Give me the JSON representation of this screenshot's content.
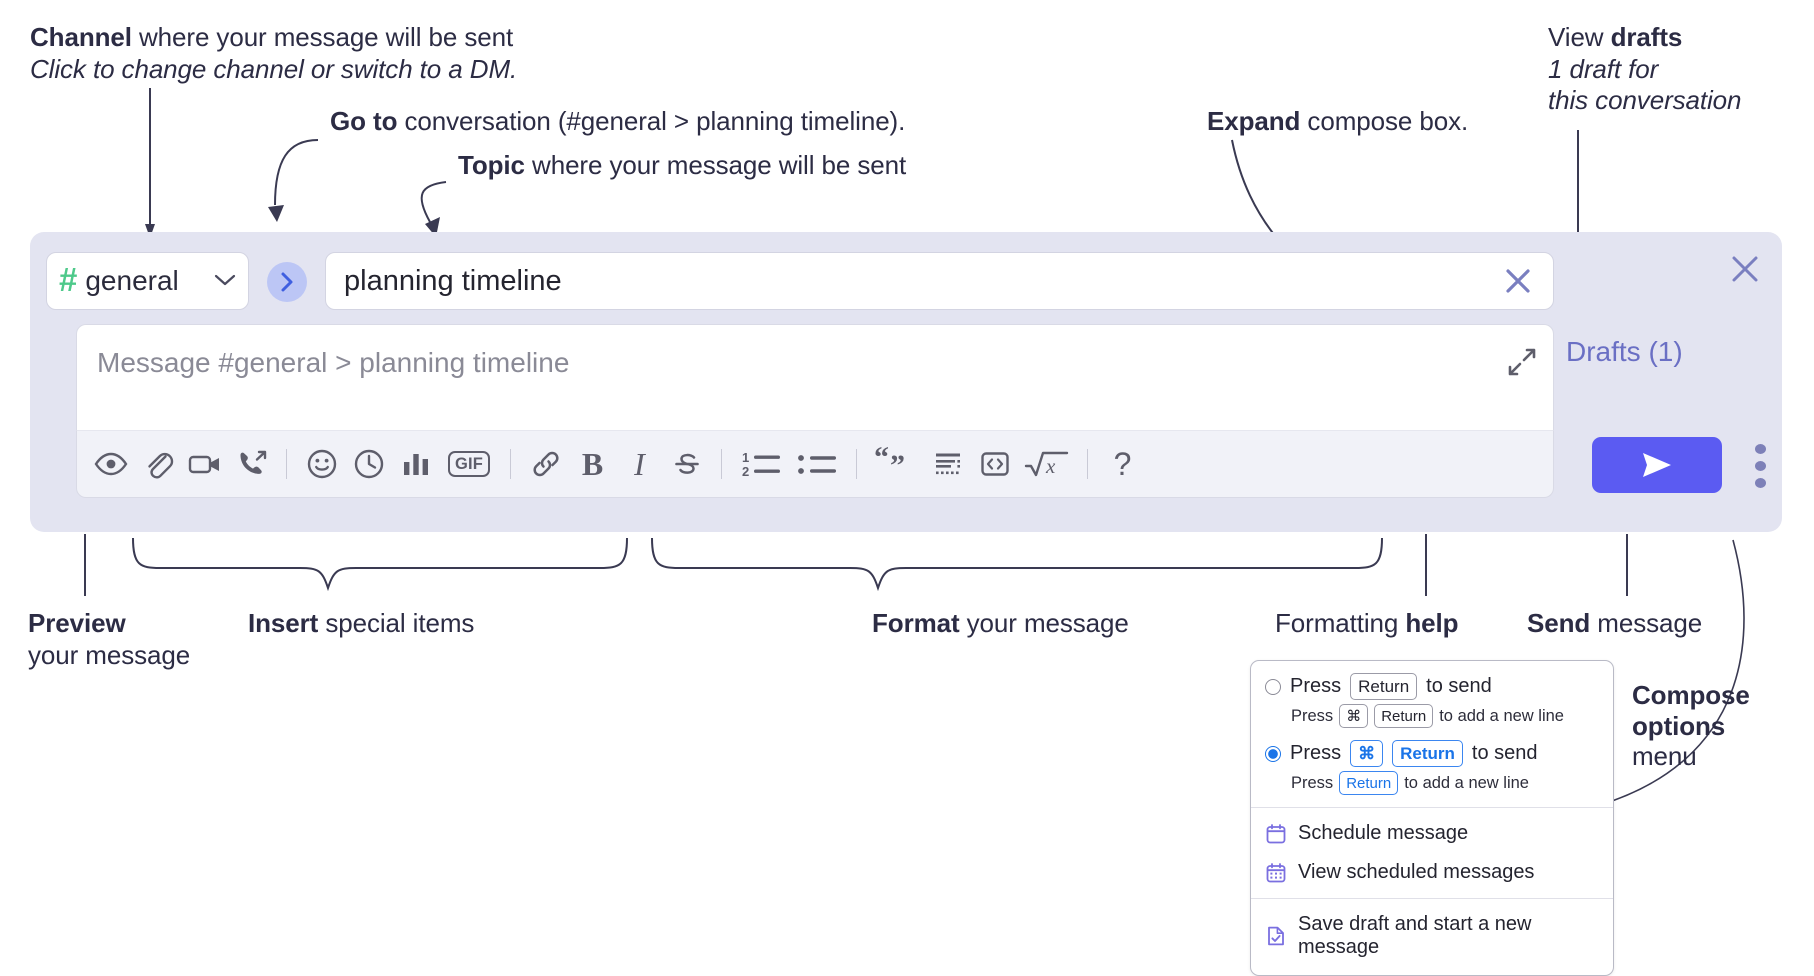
{
  "annotations": {
    "channel": {
      "bold": "Channel",
      "rest": " where your message will be sent",
      "italic": "Click to change channel or switch to a DM."
    },
    "goto": {
      "bold": "Go to",
      "rest": " conversation (#general > planning timeline)."
    },
    "topic": {
      "bold": "Topic",
      "rest": " where your message will be sent"
    },
    "expand": {
      "bold": "Expand",
      "rest": " compose box."
    },
    "drafts": {
      "plain": "View ",
      "bold": "drafts",
      "italic_line1": "1 draft for",
      "italic_line2": "this conversation"
    },
    "preview": {
      "bold": "Preview",
      "line2": "your message"
    },
    "insert": {
      "bold": "Insert",
      "rest": " special items"
    },
    "format": {
      "bold": "Format",
      "rest": " your message"
    },
    "help": {
      "plain": "Formatting ",
      "bold": "help"
    },
    "send": {
      "bold": "Send",
      "rest": " message"
    },
    "compose_options": {
      "bold_line1": "Compose",
      "bold_line2": "options",
      "line3": "menu"
    }
  },
  "compose": {
    "channel": {
      "hash": "#",
      "name": "general",
      "chevron": "chevron-down-icon"
    },
    "goto_label": "go-to-conversation-icon",
    "topic": {
      "value": "planning timeline",
      "clear_label": "close-icon"
    },
    "message": {
      "placeholder": "Message #general > planning timeline",
      "value": ""
    },
    "expand_label": "expand-icon",
    "panel_close_label": "close-icon",
    "drafts_label": "Drafts (1)",
    "send_label": "send-icon",
    "kebab_label": "compose-options-icon",
    "toolbar": [
      {
        "name": "preview-icon",
        "title": "Preview"
      },
      {
        "name": "attachment-icon",
        "title": "Attach file"
      },
      {
        "name": "video-icon",
        "title": "Record video clip"
      },
      {
        "name": "audio-call-icon",
        "title": "Record audio clip"
      },
      {
        "name": "separator",
        "title": ""
      },
      {
        "name": "emoji-icon",
        "title": "Emoji"
      },
      {
        "name": "reminder-clock-icon",
        "title": "Remind"
      },
      {
        "name": "poll-bar-chart-icon",
        "title": "Poll"
      },
      {
        "name": "gif-icon",
        "title": "GIF",
        "text": "GIF"
      },
      {
        "name": "separator",
        "title": ""
      },
      {
        "name": "link-icon",
        "title": "Link"
      },
      {
        "name": "bold-icon",
        "title": "Bold",
        "text": "B"
      },
      {
        "name": "italic-icon",
        "title": "Italic",
        "text": "I"
      },
      {
        "name": "strikethrough-icon",
        "title": "Strikethrough"
      },
      {
        "name": "separator",
        "title": ""
      },
      {
        "name": "ordered-list-icon",
        "title": "Ordered list"
      },
      {
        "name": "bulleted-list-icon",
        "title": "Bulleted list"
      },
      {
        "name": "separator",
        "title": ""
      },
      {
        "name": "blockquote-icon",
        "title": "Blockquote"
      },
      {
        "name": "code-block-icon",
        "title": "Code block"
      },
      {
        "name": "code-snippet-icon",
        "title": "Code"
      },
      {
        "name": "math-icon",
        "title": "Math"
      },
      {
        "name": "separator",
        "title": ""
      },
      {
        "name": "help-icon",
        "title": "Formatting help",
        "text": "?"
      }
    ]
  },
  "options_menu": {
    "radios": [
      {
        "selected": false,
        "label_pre": "Press",
        "keys": [
          "Return"
        ],
        "label_post": "to send",
        "sub_pre": "Press",
        "sub_keys": [
          "⌘",
          "Return"
        ],
        "sub_post": "to add a new line"
      },
      {
        "selected": true,
        "label_pre": "Press",
        "keys": [
          "⌘",
          "Return"
        ],
        "label_post": "to send",
        "sub_pre": "Press",
        "sub_keys": [
          "Return"
        ],
        "sub_post": "to add a new line"
      }
    ],
    "items": [
      {
        "icon": "calendar-schedule-icon",
        "label": "Schedule message"
      },
      {
        "icon": "calendar-grid-icon",
        "label": "View scheduled messages"
      },
      {
        "icon": "save-draft-icon",
        "label": "Save draft and start a new message"
      }
    ]
  },
  "colors": {
    "panel_bg": "#e3e4f1",
    "send_button": "#5b5bf2",
    "hash_green": "#4ec98a",
    "goto_circle": "#bcc6f5",
    "drafts_text": "#6a6fc4",
    "accent_blue": "#1a74e8",
    "menu_icon_purple": "#7a6fe0",
    "annotation_text": "#2c2c44"
  }
}
